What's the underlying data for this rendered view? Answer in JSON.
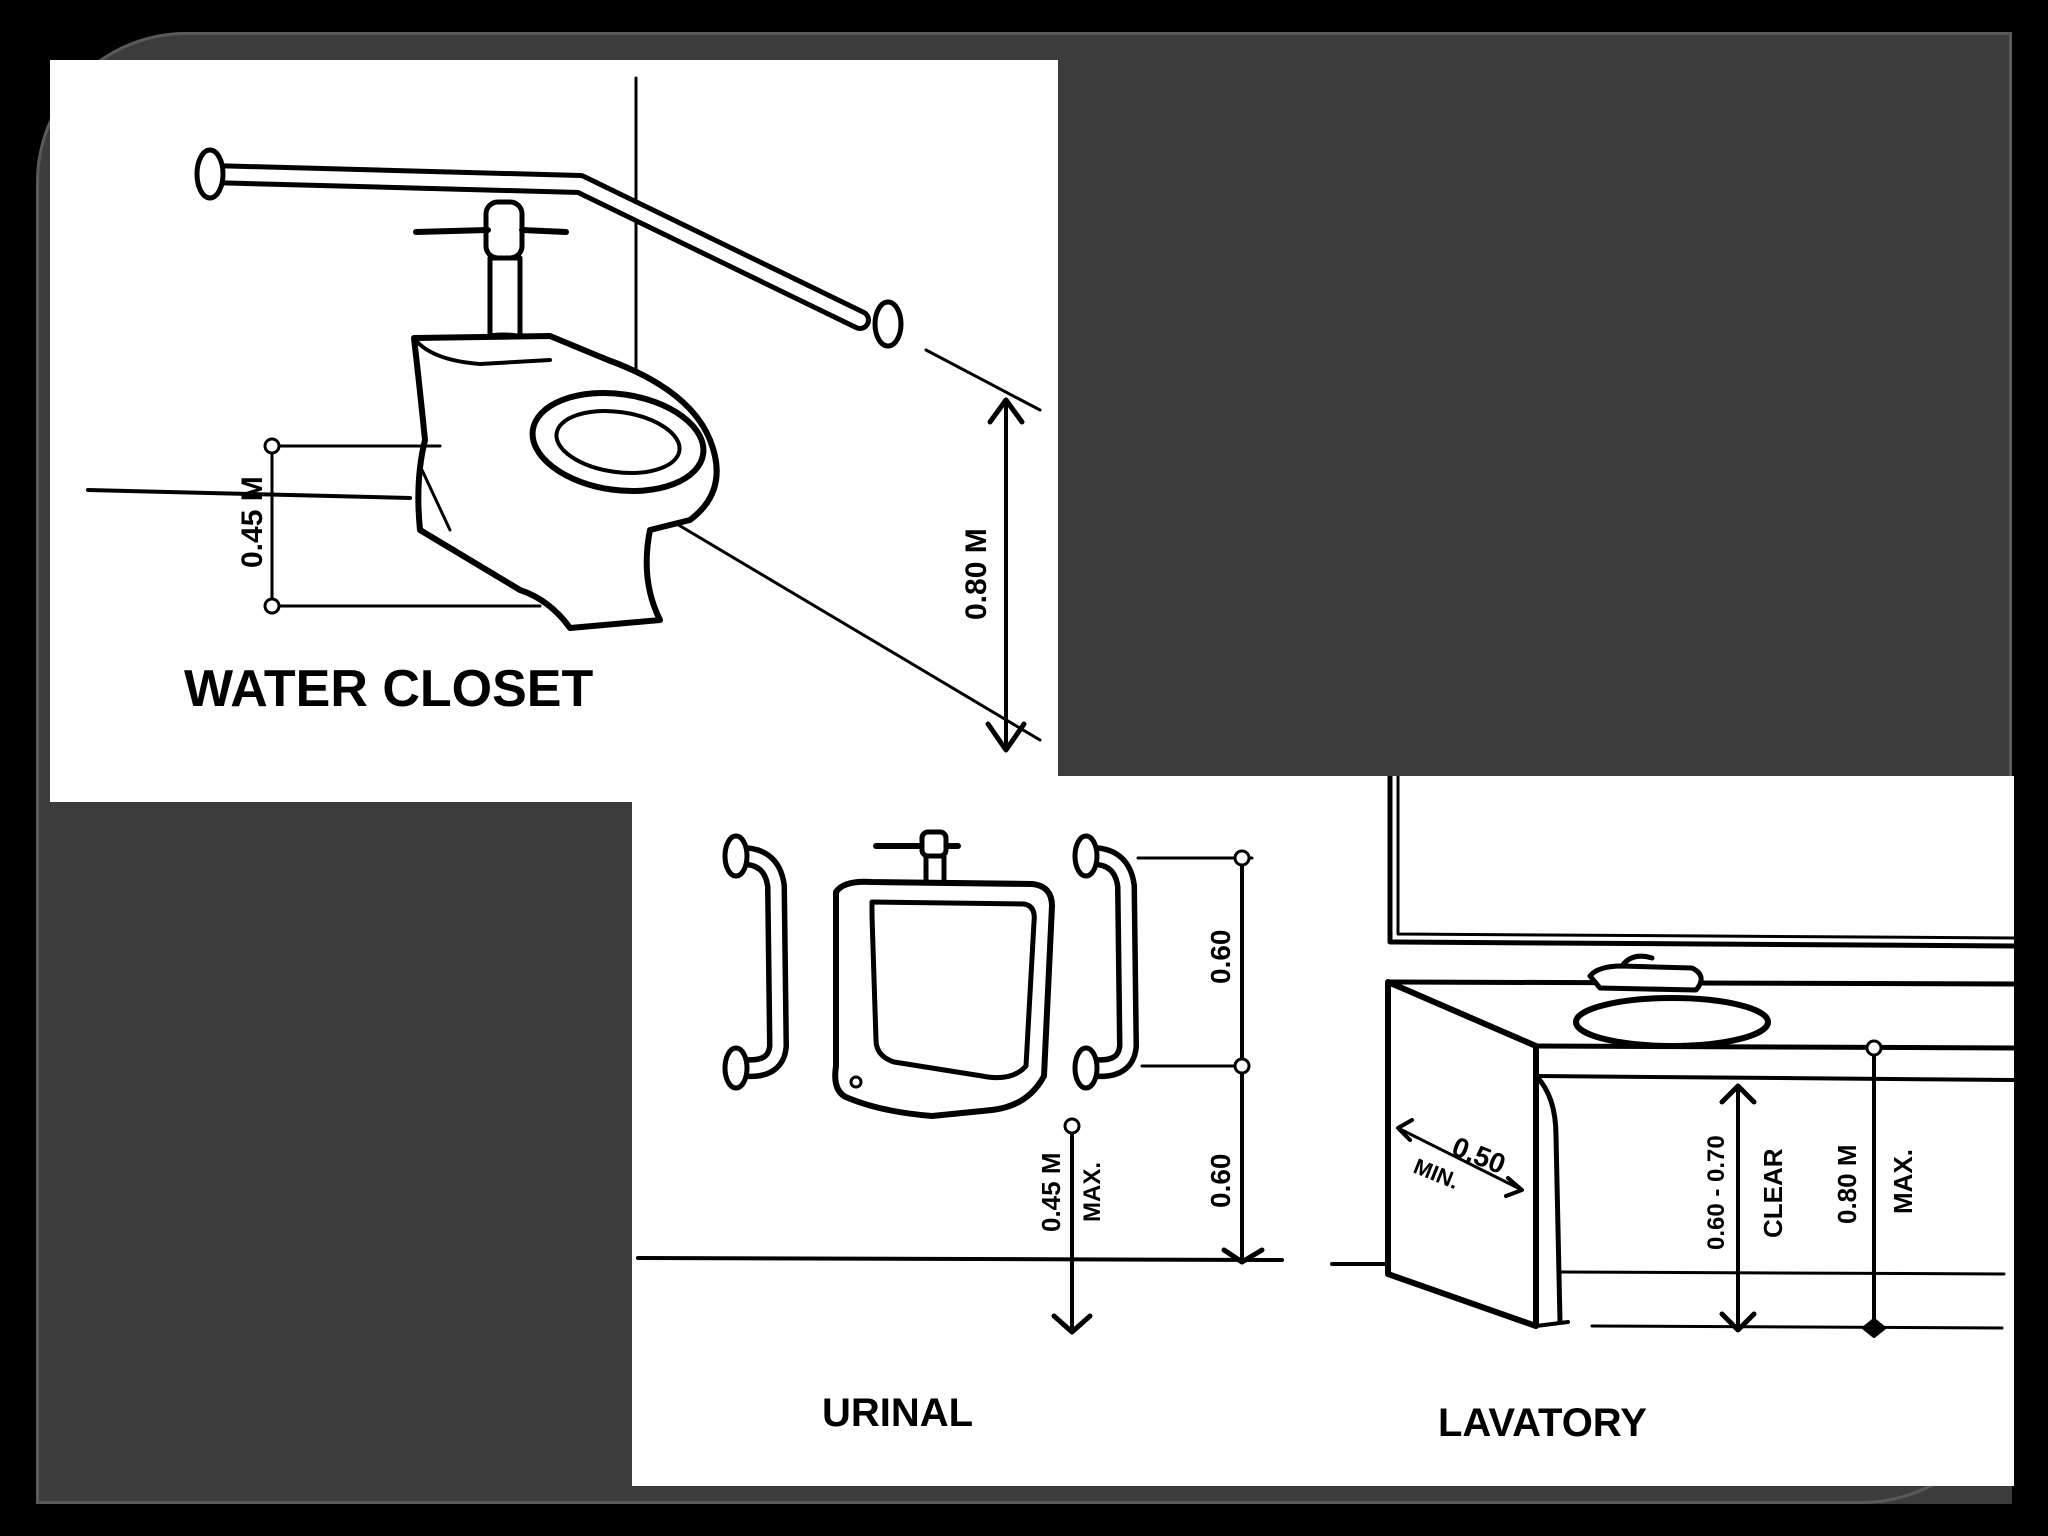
{
  "water_closet": {
    "title": "WATER CLOSET",
    "dim_seat": "0.45 M",
    "dim_bar": "0.80 M"
  },
  "urinal": {
    "title": "URINAL",
    "dim_upper": "0.60",
    "dim_lower": "0.60",
    "dim_rim": "0.45 M",
    "dim_rim_max": "MAX."
  },
  "lavatory": {
    "title": "LAVATORY",
    "dim_depth": "0.50",
    "dim_depth_min": "MIN.",
    "dim_clear": "0.60 - 0.70",
    "dim_clear_word": "CLEAR",
    "dim_height": "0.80 M",
    "dim_height_max": "MAX."
  },
  "colors": {
    "background": "#000000",
    "slide": "#3c3c3c",
    "panel": "#ffffff",
    "ink": "#000000"
  }
}
